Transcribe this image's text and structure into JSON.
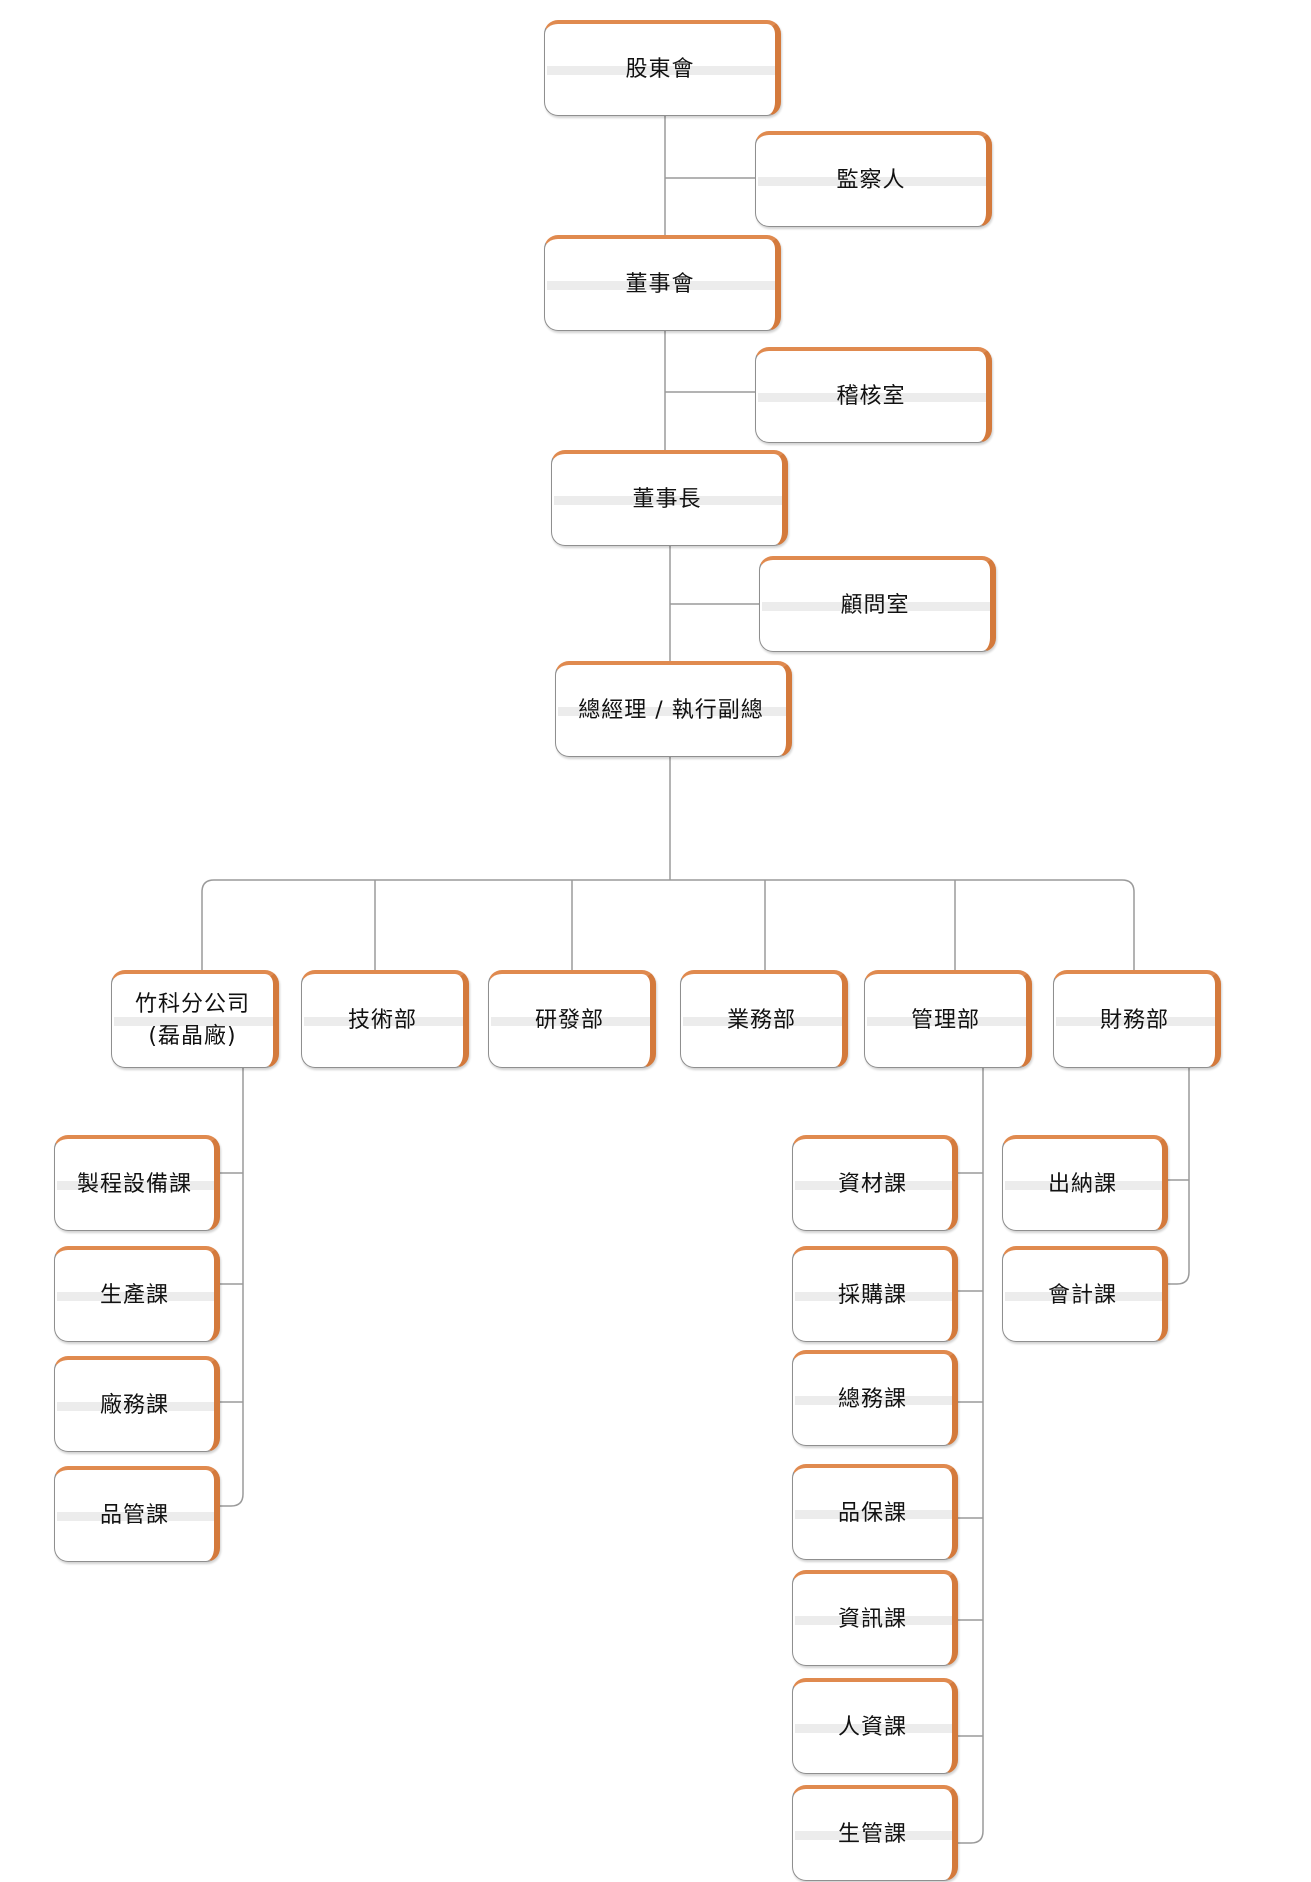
{
  "org_chart": {
    "shareholders": "股東會",
    "supervisor": "監察人",
    "board": "董事會",
    "audit": "稽核室",
    "chairman": "董事長",
    "advisory": "顧問室",
    "gm": "總經理 / 執行副總",
    "departments": {
      "hsinchu_branch": "竹科分公司\n(磊晶廠)",
      "technology": "技術部",
      "rnd": "研發部",
      "sales": "業務部",
      "management": "管理部",
      "finance": "財務部"
    },
    "branch_sections": [
      "製程設備課",
      "生產課",
      "廠務課",
      "品管課"
    ],
    "management_sections": [
      "資材課",
      "採購課",
      "總務課",
      "品保課",
      "資訊課",
      "人資課",
      "生管課"
    ],
    "finance_sections": [
      "出納課",
      "會計課"
    ]
  },
  "colors": {
    "accent_orange": "#d47a3c",
    "border_gray": "#8f8f8f",
    "line_gray": "#9a9a9a"
  }
}
